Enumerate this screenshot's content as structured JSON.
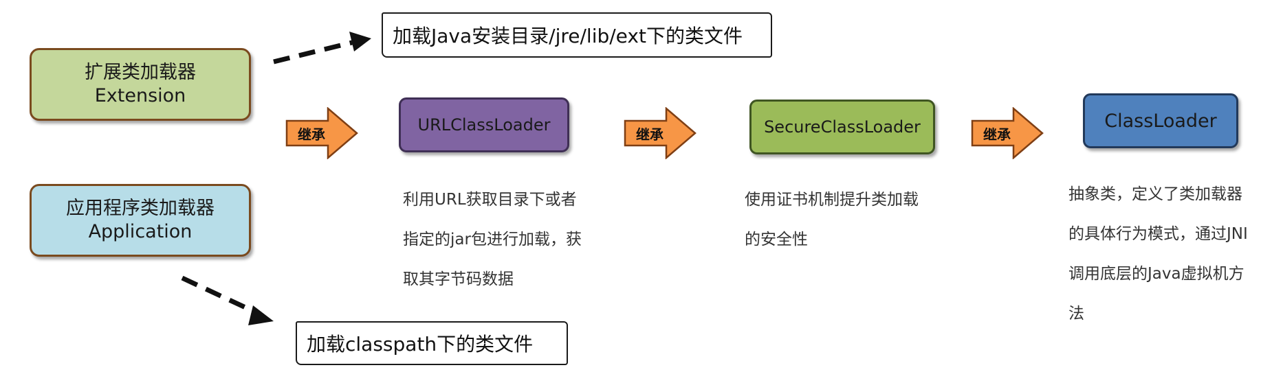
{
  "left_boxes": {
    "extension": {
      "line1": "扩展类加载器",
      "line2": "Extension",
      "fill": "#c4d79b"
    },
    "application": {
      "line1": "应用程序类加载器",
      "line2": "Application",
      "fill": "#b7dde8"
    }
  },
  "notes": {
    "extension_note": "加载Java安装目录/jre/lib/ext下的类文件",
    "application_note": "加载classpath下的类文件"
  },
  "chain": [
    {
      "label": "URLClassLoader",
      "fill": "#8064a2",
      "desc": [
        "利用URL获取目录下或者",
        "指定的jar包进行加载，获",
        "取其字节码数据"
      ]
    },
    {
      "label": "SecureClassLoader",
      "fill": "#9bbb59",
      "desc": [
        "使用证书机制提升类加载",
        "的安全性"
      ]
    },
    {
      "label": "ClassLoader",
      "fill": "#4f81bd",
      "desc": [
        "抽象类，定义了类加载器",
        "的具体行为模式，通过JNI",
        "调用底层的Java虚拟机方",
        "法"
      ]
    }
  ],
  "inherit_arrows": [
    {
      "label": "继承"
    },
    {
      "label": "继承"
    },
    {
      "label": "继承"
    }
  ],
  "colors": {
    "arrow_fill": "#f79646",
    "arrow_border": "#7f3f14"
  }
}
